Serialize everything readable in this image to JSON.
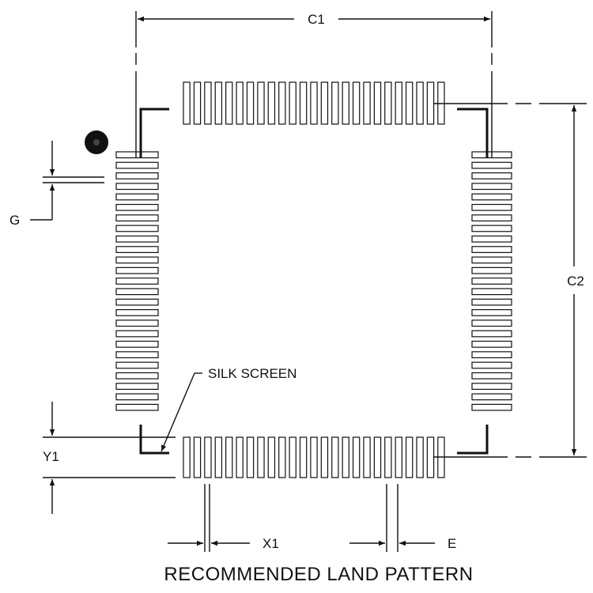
{
  "diagram": {
    "title": "RECOMMENDED LAND PATTERN",
    "dimensions": {
      "c1": "C1",
      "c2": "C2",
      "g": "G",
      "y1": "Y1",
      "x1": "X1",
      "e": "E"
    },
    "callouts": {
      "silk_screen": "SILK SCREEN"
    },
    "pads_per_side": 25,
    "pin1_marker": "filled-circle"
  }
}
